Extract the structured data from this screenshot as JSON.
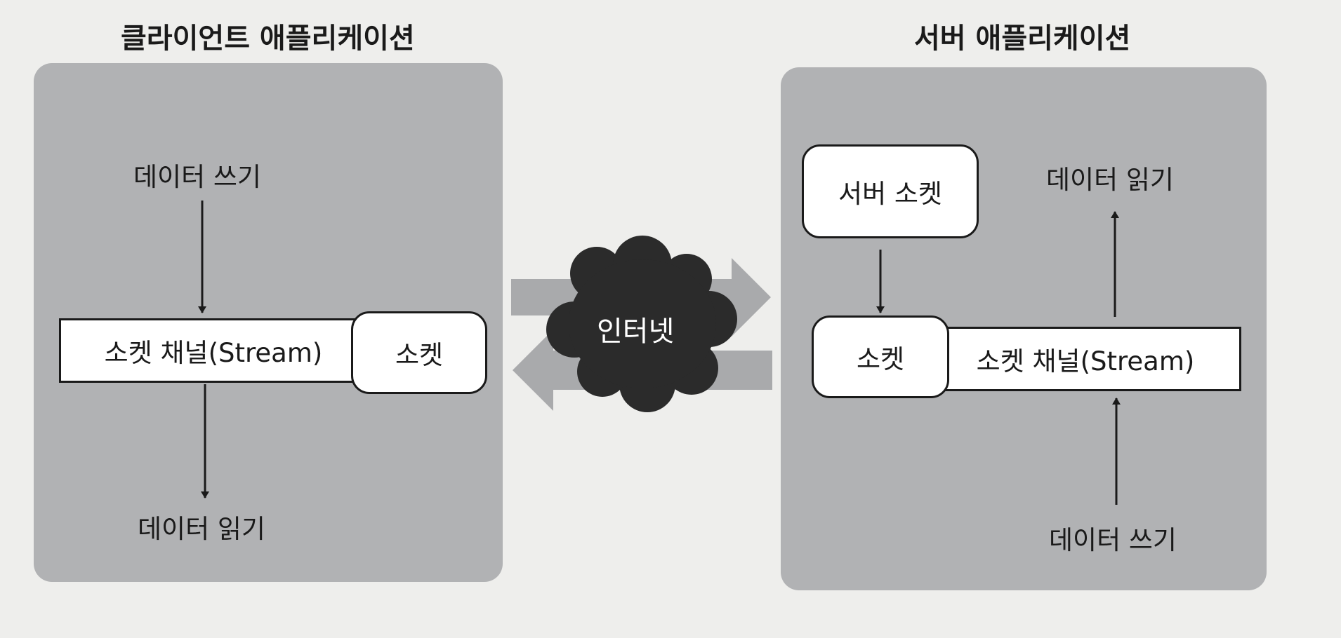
{
  "client": {
    "title": "클라이언트 애플리케이션",
    "write_label": "데이터 쓰기",
    "read_label": "데이터 읽기",
    "channel_label": "소켓 채널(Stream)",
    "socket_label": "소켓"
  },
  "server": {
    "title": "서버 애플리케이션",
    "server_socket_label": "서버 소켓",
    "read_label": "데이터 읽기",
    "write_label": "데이터 쓰기",
    "socket_label": "소켓",
    "channel_label": "소켓 채널(Stream)"
  },
  "network": {
    "label": "인터넷"
  },
  "colors": {
    "panel": "#b1b2b4",
    "cloud": "#2b2b2b",
    "flow_arrow": "#a9aaac",
    "line": "#1a1a1a",
    "box": "#ffffff"
  }
}
